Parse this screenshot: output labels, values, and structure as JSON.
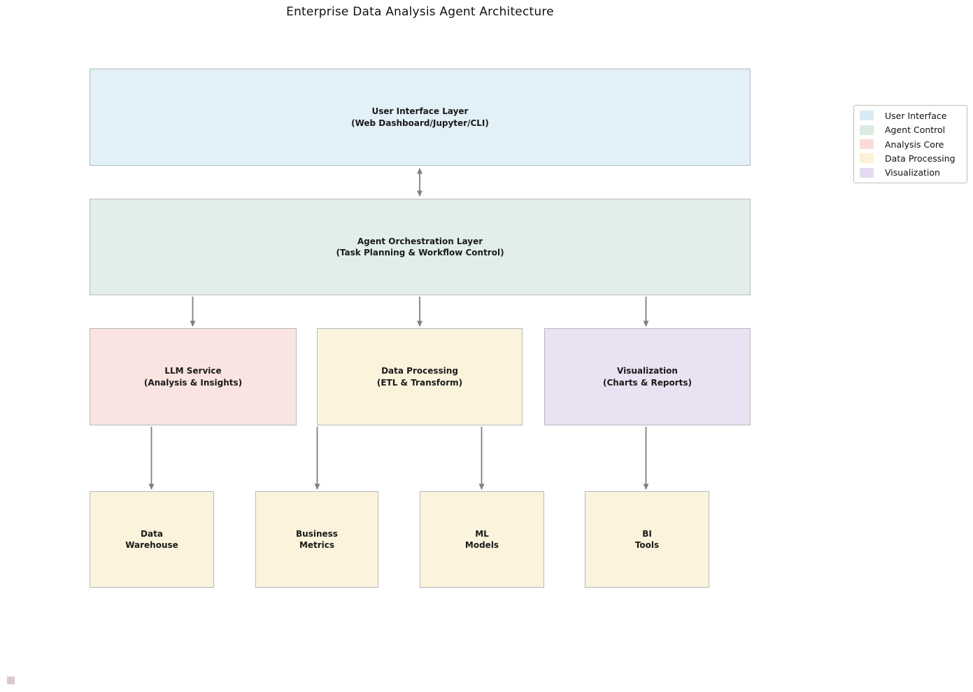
{
  "title": "Enterprise Data Analysis Agent Architecture",
  "colors": {
    "user_interface": "#e2f0f8",
    "agent_control": "#e2efe9",
    "analysis_core": "#f9e4e1",
    "data_processing": "#fbf3dc",
    "visualization": "#eae2f2",
    "legend_user_interface": "#d9eaf5",
    "legend_agent_control": "#daece2",
    "legend_analysis_core": "#f9dcd9",
    "legend_data_processing": "#fdf2d7",
    "legend_visualization": "#e5dbf0",
    "arrow": "#808080",
    "stray_swatch": "#dbc9c8"
  },
  "boxes": {
    "ui": {
      "line1": "User Interface Layer",
      "line2": "(Web Dashboard/Jupyter/CLI)"
    },
    "orchestration": {
      "line1": "Agent Orchestration Layer",
      "line2": "(Task Planning & Workflow Control)"
    },
    "llm": {
      "line1": "LLM Service",
      "line2": "(Analysis & Insights)"
    },
    "data_processing": {
      "line1": "Data Processing",
      "line2": "(ETL & Transform)"
    },
    "visualization": {
      "line1": "Visualization",
      "line2": "(Charts & Reports)"
    },
    "data_warehouse": {
      "line1": "Data",
      "line2": "Warehouse"
    },
    "business_metrics": {
      "line1": "Business",
      "line2": "Metrics"
    },
    "ml_models": {
      "line1": "ML",
      "line2": "Models"
    },
    "bi_tools": {
      "line1": "BI",
      "line2": "Tools"
    }
  },
  "legend": {
    "items": [
      {
        "label": "User Interface"
      },
      {
        "label": "Agent Control"
      },
      {
        "label": "Analysis Core"
      },
      {
        "label": "Data Processing"
      },
      {
        "label": "Visualization"
      }
    ]
  }
}
